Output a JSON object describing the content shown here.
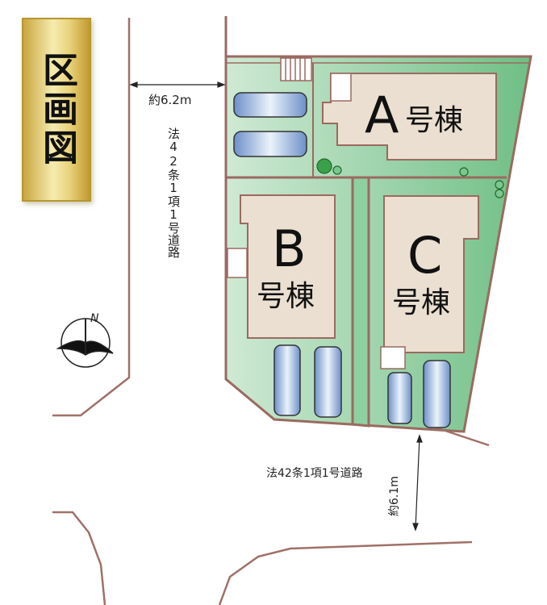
{
  "title": "区画図",
  "road_west": {
    "label": "法42条1項1号道路",
    "width": "約6.2m"
  },
  "road_south": {
    "label": "法42条1項1号道路",
    "width": "約6.1m"
  },
  "compass": {
    "north": "N"
  },
  "lots": [
    {
      "letter": "A",
      "suffix": "号棟"
    },
    {
      "letter": "B",
      "suffix": "号棟"
    },
    {
      "letter": "C",
      "suffix": "号棟"
    }
  ],
  "colors": {
    "boundary": "#9a6a60",
    "lawn": "#7cc68f",
    "building": "#eadfd0",
    "road_line": "#a07068"
  }
}
